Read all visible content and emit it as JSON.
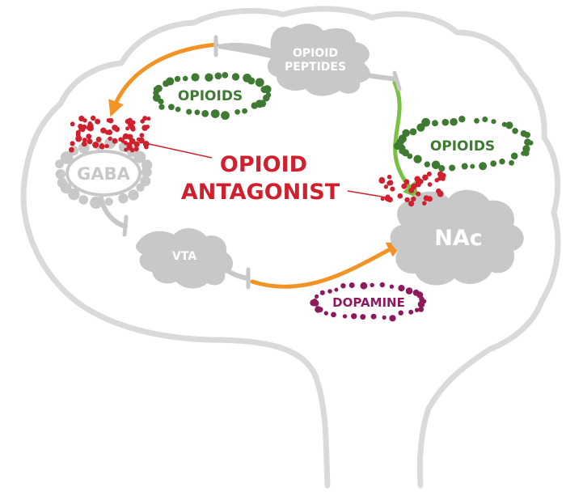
{
  "labels": {
    "opioid_peptides_line1": "OPIOID",
    "opioid_peptides_line2": "PEPTIDES",
    "opioids_left": "OPIOIDS",
    "opioids_right": "OPIOIDS",
    "gaba": "GABA",
    "vta": "VTA",
    "nac": "NAc",
    "dopamine": "DOPAMINE",
    "antagonist_line1": "OPIOID",
    "antagonist_line2": "ANTAGONIST"
  },
  "colors": {
    "brain_outline": "#dadada",
    "neuron_gray": "#c8c8c8",
    "orange_arrow": "#f39325",
    "green_arrow": "#7ac043",
    "opioid_green": "#3f7a32",
    "antagonist_red": "#d0202e",
    "dopamine_purple": "#8e1a5e"
  },
  "icons": [
    "brain-outline",
    "neuron",
    "receptor-dots"
  ]
}
